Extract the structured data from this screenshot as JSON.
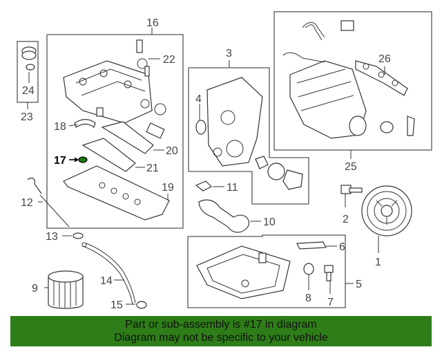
{
  "labels": {
    "l1": "1",
    "l2": "2",
    "l3": "3",
    "l5": "5",
    "l6": "6",
    "l7": "7",
    "l8": "8",
    "l9": "9",
    "l10": "10",
    "l11": "11",
    "l12": "12",
    "l13": "13",
    "l14": "14",
    "l15": "15",
    "l16": "16",
    "l17": "17",
    "l18": "18",
    "l19": "19",
    "l20": "20",
    "l21": "21",
    "l22": "22",
    "l23": "23",
    "l24": "24",
    "l25": "25",
    "l26": "26"
  },
  "highlight_part": "17",
  "banner": {
    "line1": "Part or sub-assembly is #17 in diagram",
    "line2": "Diagram may not be specific to your vehicle",
    "color": "#2e7d18"
  }
}
